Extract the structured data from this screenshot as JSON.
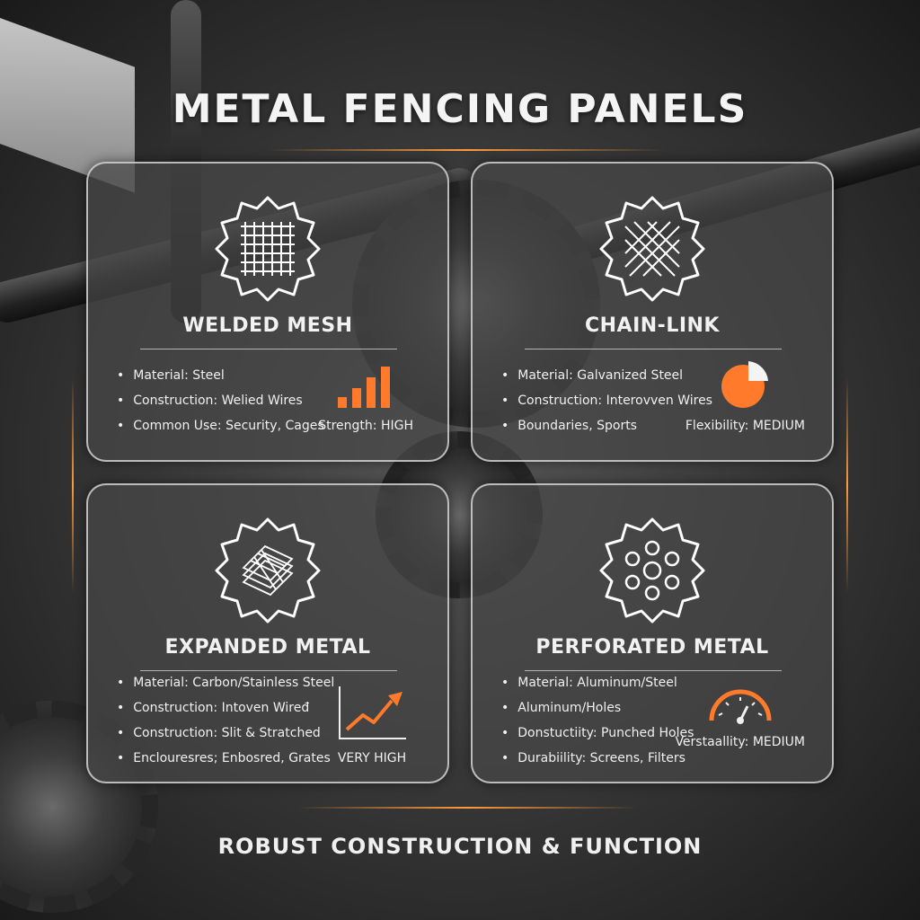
{
  "title": "METAL FENCING PANELS",
  "footer": "ROBUST CONSTRUCTION & FUNCTION",
  "accent_color": "#ff7a2a",
  "cards": [
    {
      "name": "WELDED MESH",
      "icon": "grid-mesh-gear-icon",
      "bullets": [
        "Material: Steel",
        "Construction: Welied Wires",
        "Common Use: Security, Cages"
      ],
      "metric_icon": "bar-chart-icon",
      "metric_label": "Strength: HIGH"
    },
    {
      "name": "CHAIN-LINK",
      "icon": "diamond-mesh-gear-icon",
      "bullets": [
        "Material: Galvanized Steel",
        "Construction: Interovven Wires",
        "Boundaries, Sports"
      ],
      "metric_icon": "pie-chart-icon",
      "metric_label": "Flexibility: MEDIUM"
    },
    {
      "name": "EXPANDED METAL",
      "icon": "layered-mesh-gear-icon",
      "bullets": [
        "Material: Carbon/Stainless Steel",
        "Construction: Intoven Wiređ",
        "Construction: Slit & Stratched",
        "Enclouresres; Enbosred, Grates"
      ],
      "metric_icon": "trend-line-icon",
      "metric_label": "VERY HIGH"
    },
    {
      "name": "PERFORATED METAL",
      "icon": "perforated-holes-gear-icon",
      "bullets": [
        "Material: Aluminum/Steel",
        "Aluminum/Holes",
        "Donstuctiity: Punched Holes",
        "Durabiility: Screens, Filters"
      ],
      "metric_icon": "gauge-icon",
      "metric_label": "Verstaallity: MEDIUM"
    }
  ]
}
